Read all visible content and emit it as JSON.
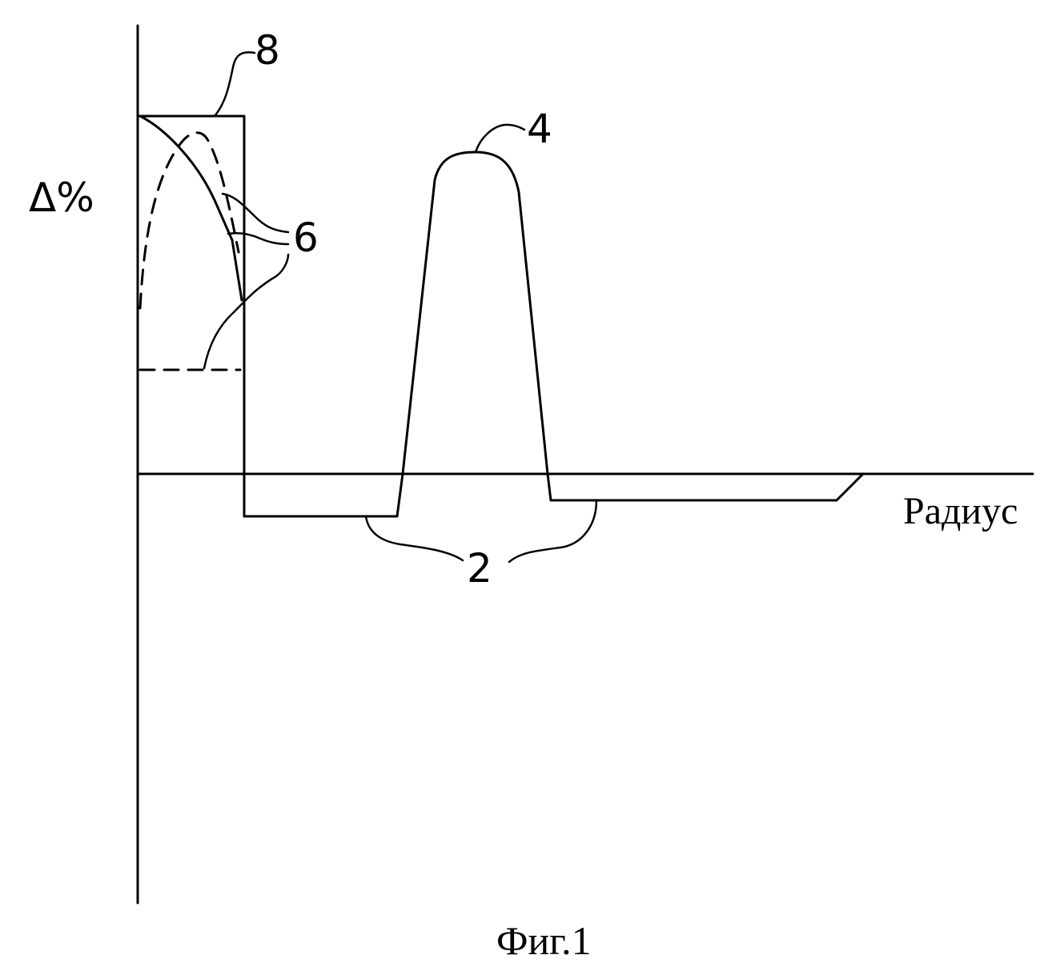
{
  "figure": {
    "caption": "Фиг.1",
    "y_axis_label": "Δ%",
    "x_axis_label": "Радиус",
    "callouts": {
      "step_profile": "8",
      "ring": "4",
      "core_variants": "6",
      "depressed_regions": "2"
    },
    "line_color": "#000000",
    "background_color": "#ffffff"
  }
}
